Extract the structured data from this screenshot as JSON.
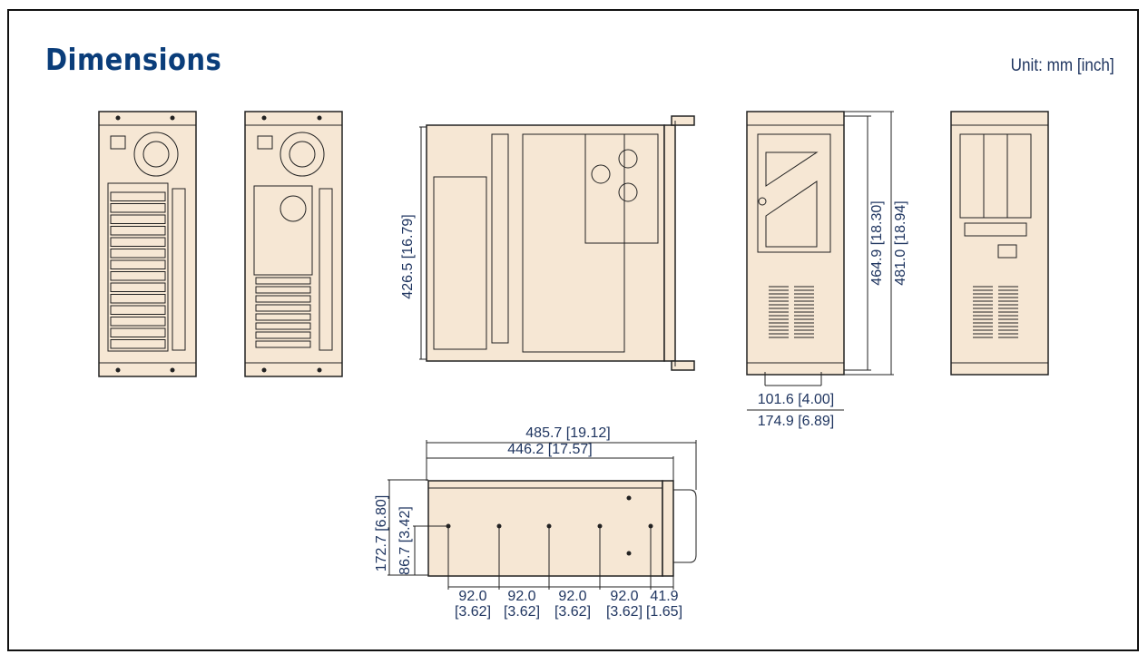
{
  "header": {
    "title": "Dimensions",
    "unit": "Unit: mm [inch]"
  },
  "dimensions": {
    "top_view_depth": "426.5 [16.79]",
    "front_inner_height": "464.9 [18.30]",
    "front_total_height": "481.0 [18.94]",
    "front_handle_spacing": "101.6 [4.00]",
    "front_width": "174.9 [6.89]",
    "side_total_length": "485.7 [19.12]",
    "side_body_length": "446.2 [17.57]",
    "side_height": "172.7 [6.80]",
    "side_half_height": "86.7 [3.42]",
    "hole_spacing": [
      {
        "mm": "92.0",
        "inch": "[3.62]"
      },
      {
        "mm": "92.0",
        "inch": "[3.62]"
      },
      {
        "mm": "92.0",
        "inch": "[3.62]"
      },
      {
        "mm": "92.0",
        "inch": "[3.62]"
      },
      {
        "mm": "41.9",
        "inch": "[1.65]"
      }
    ]
  },
  "colors": {
    "title": "#0a3d7a",
    "dimension_text": "#1f3560",
    "chassis_fill": "#f6e7d4"
  }
}
